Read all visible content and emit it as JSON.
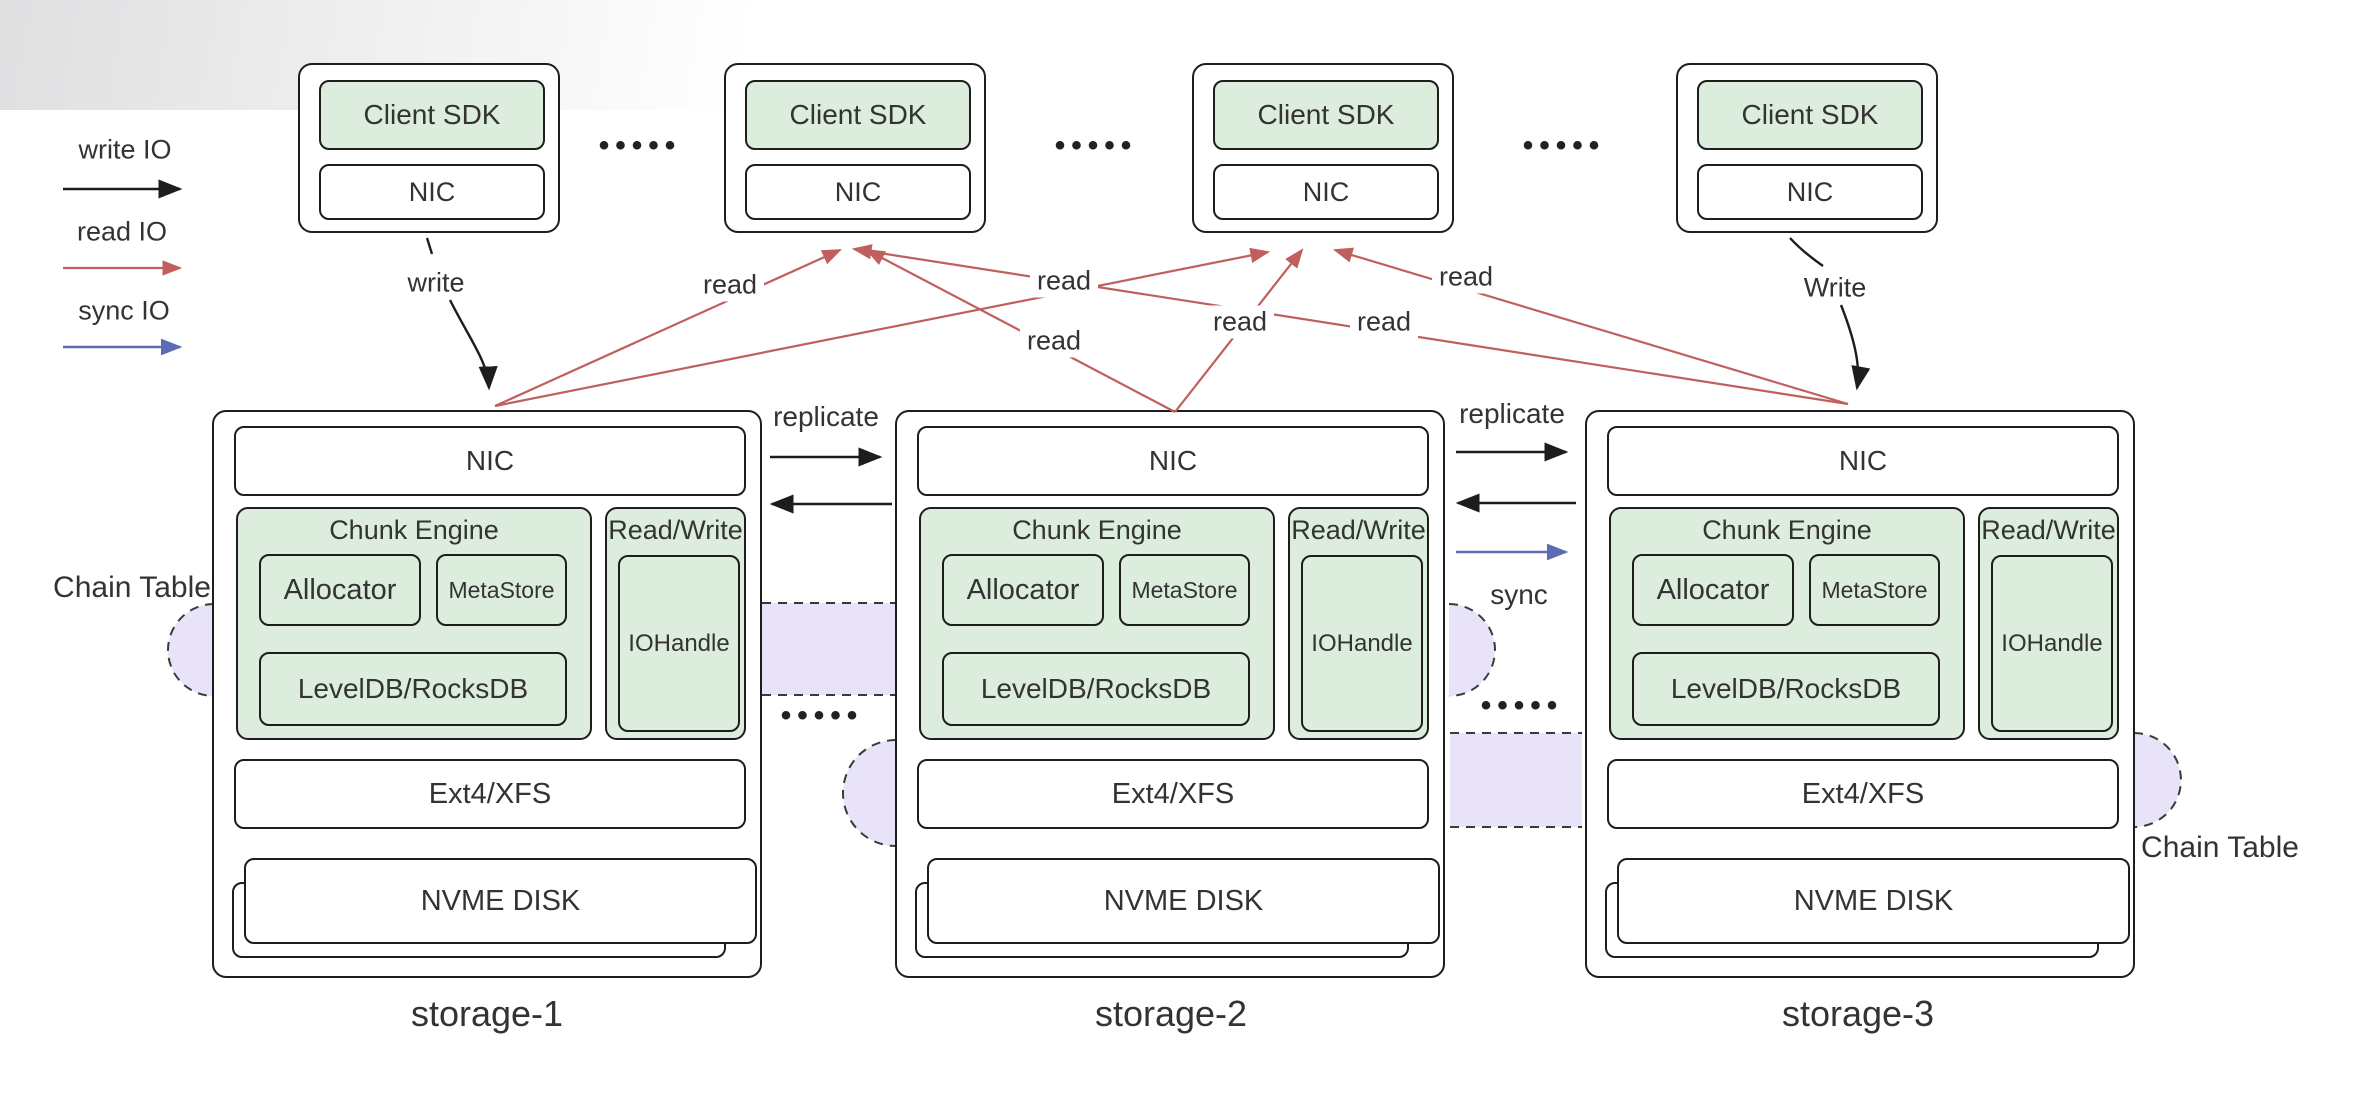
{
  "colors": {
    "green": "#dcedde",
    "purple": "#e7e1f8",
    "purple_border": "#3a3a3a",
    "red": "#c05f5c",
    "blue": "#5b6cb4",
    "ink": "#1d1d1d",
    "text": "#333333"
  },
  "legend": {
    "items": [
      {
        "label": "write IO",
        "color": "#1d1d1d"
      },
      {
        "label": "read IO",
        "color": "#c05f5c"
      },
      {
        "label": "sync IO",
        "color": "#5b6cb4"
      }
    ]
  },
  "clients": [
    {
      "sdk": "Client SDK",
      "nic": "NIC"
    },
    {
      "sdk": "Client SDK",
      "nic": "NIC"
    },
    {
      "sdk": "Client SDK",
      "nic": "NIC"
    },
    {
      "sdk": "Client SDK",
      "nic": "NIC"
    }
  ],
  "storages": [
    {
      "name": "storage-1",
      "nic": "NIC",
      "chunk_engine": "Chunk Engine",
      "allocator": "Allocator",
      "metastore": "MetaStore",
      "leveldb": "LevelDB/RocksDB",
      "read_write": "Read/Write",
      "iohandle": "IOHandle",
      "ext4": "Ext4/XFS",
      "nvme": "NVME DISK"
    },
    {
      "name": "storage-2",
      "nic": "NIC",
      "chunk_engine": "Chunk Engine",
      "allocator": "Allocator",
      "metastore": "MetaStore",
      "leveldb": "LevelDB/RocksDB",
      "read_write": "Read/Write",
      "iohandle": "IOHandle",
      "ext4": "Ext4/XFS",
      "nvme": "NVME DISK"
    },
    {
      "name": "storage-3",
      "nic": "NIC",
      "chunk_engine": "Chunk Engine",
      "allocator": "Allocator",
      "metastore": "MetaStore",
      "leveldb": "LevelDB/RocksDB",
      "read_write": "Read/Write",
      "iohandle": "IOHandle",
      "ext4": "Ext4/XFS",
      "nvme": "NVME DISK"
    }
  ],
  "labels": {
    "write_small": "write",
    "write_cap": "Write",
    "read": "read",
    "replicate": "replicate",
    "sync": "sync",
    "chain_table": "Chain Table",
    "dots": "•••••"
  }
}
